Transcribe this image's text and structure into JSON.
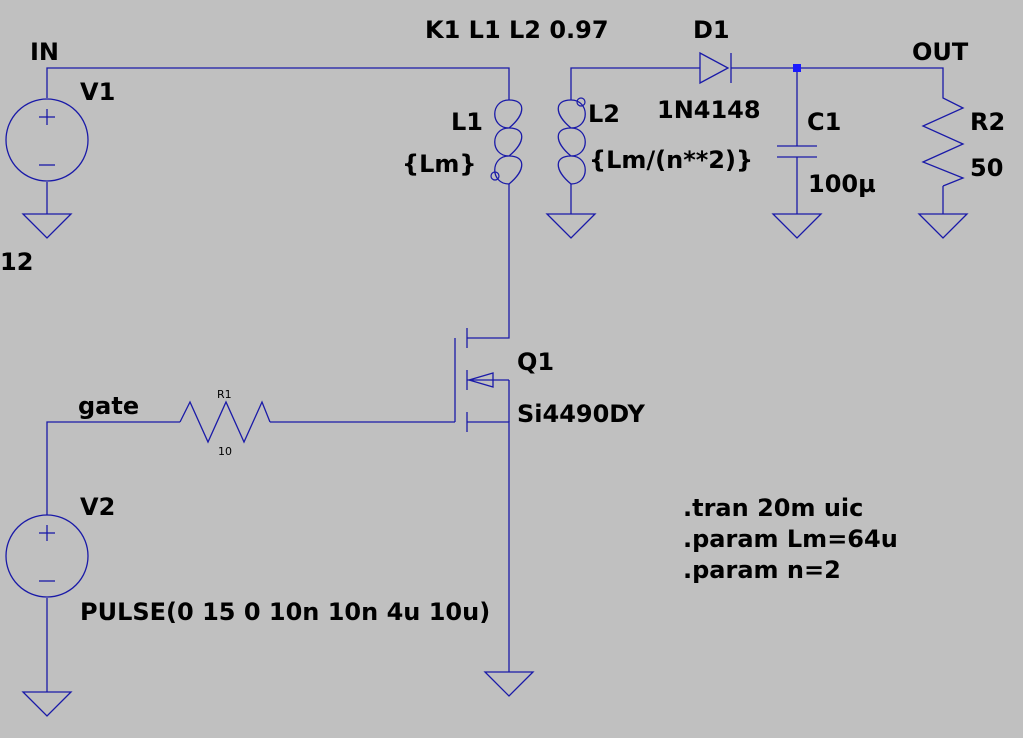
{
  "nets": {
    "input": "IN",
    "output": "OUT",
    "gate": "gate"
  },
  "coupling": "K1 L1 L2 0.97",
  "v1": {
    "name": "V1",
    "value": "12"
  },
  "v2": {
    "name": "V2",
    "value": "PULSE(0 15 0 10n 10n 4u 10u)"
  },
  "l1": {
    "name": "L1",
    "value": "{Lm}"
  },
  "l2": {
    "name": "L2",
    "value": "{Lm/(n**2)}"
  },
  "d1": {
    "name": "D1",
    "value": "1N4148"
  },
  "c1": {
    "name": "C1",
    "value": "100µ"
  },
  "r2": {
    "name": "R2",
    "value": "50"
  },
  "r1": {
    "name": "R1",
    "value": "10"
  },
  "q1": {
    "name": "Q1",
    "value": "Si4490DY"
  },
  "directives": [
    ".tran 20m uic",
    ".param Lm=64u",
    ".param n=2"
  ],
  "colors": {
    "background": "#c0c0c0",
    "wire": "#1a1aa8",
    "text": "#000000",
    "junction": "#1a1aff"
  }
}
